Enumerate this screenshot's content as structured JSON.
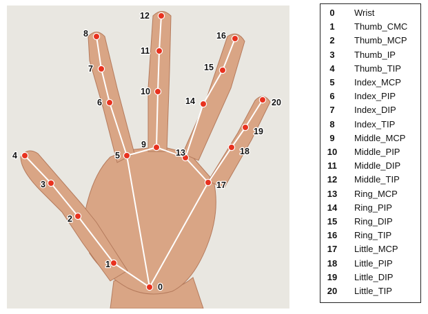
{
  "diagram": {
    "colors": {
      "background": "#e9e7e1",
      "skin": "#d9a585",
      "skin_shadow": "#b47a5c",
      "bone_line": "#ffffff",
      "keypoint": "#e8321f",
      "keypoint_ring": "#ffffff"
    },
    "landmarks": [
      {
        "id": "0",
        "name": "Wrist"
      },
      {
        "id": "1",
        "name": "Thumb_CMC"
      },
      {
        "id": "2",
        "name": "Thumb_MCP"
      },
      {
        "id": "3",
        "name": "Thumb_IP"
      },
      {
        "id": "4",
        "name": "Thumb_TIP"
      },
      {
        "id": "5",
        "name": "Index_MCP"
      },
      {
        "id": "6",
        "name": "Index_PIP"
      },
      {
        "id": "7",
        "name": "Index_DIP"
      },
      {
        "id": "8",
        "name": "Index_TIP"
      },
      {
        "id": "9",
        "name": "Middle_MCP"
      },
      {
        "id": "10",
        "name": "Middle_PIP"
      },
      {
        "id": "11",
        "name": "Middle_DIP"
      },
      {
        "id": "12",
        "name": "Middle_TIP"
      },
      {
        "id": "13",
        "name": "Ring_MCP"
      },
      {
        "id": "14",
        "name": "Ring_PIP"
      },
      {
        "id": "15",
        "name": "Ring_DIP"
      },
      {
        "id": "16",
        "name": "Ring_TIP"
      },
      {
        "id": "17",
        "name": "Little_MCP"
      },
      {
        "id": "18",
        "name": "Little_PIP"
      },
      {
        "id": "19",
        "name": "Little_DIP"
      },
      {
        "id": "20",
        "name": "Little_TIP"
      }
    ],
    "connections": [
      [
        "0",
        "1"
      ],
      [
        "1",
        "2"
      ],
      [
        "2",
        "3"
      ],
      [
        "3",
        "4"
      ],
      [
        "0",
        "5"
      ],
      [
        "5",
        "6"
      ],
      [
        "6",
        "7"
      ],
      [
        "7",
        "8"
      ],
      [
        "5",
        "9"
      ],
      [
        "9",
        "10"
      ],
      [
        "10",
        "11"
      ],
      [
        "11",
        "12"
      ],
      [
        "9",
        "13"
      ],
      [
        "13",
        "14"
      ],
      [
        "14",
        "15"
      ],
      [
        "15",
        "16"
      ],
      [
        "13",
        "17"
      ],
      [
        "0",
        "17"
      ],
      [
        "17",
        "18"
      ],
      [
        "18",
        "19"
      ],
      [
        "19",
        "20"
      ]
    ]
  }
}
